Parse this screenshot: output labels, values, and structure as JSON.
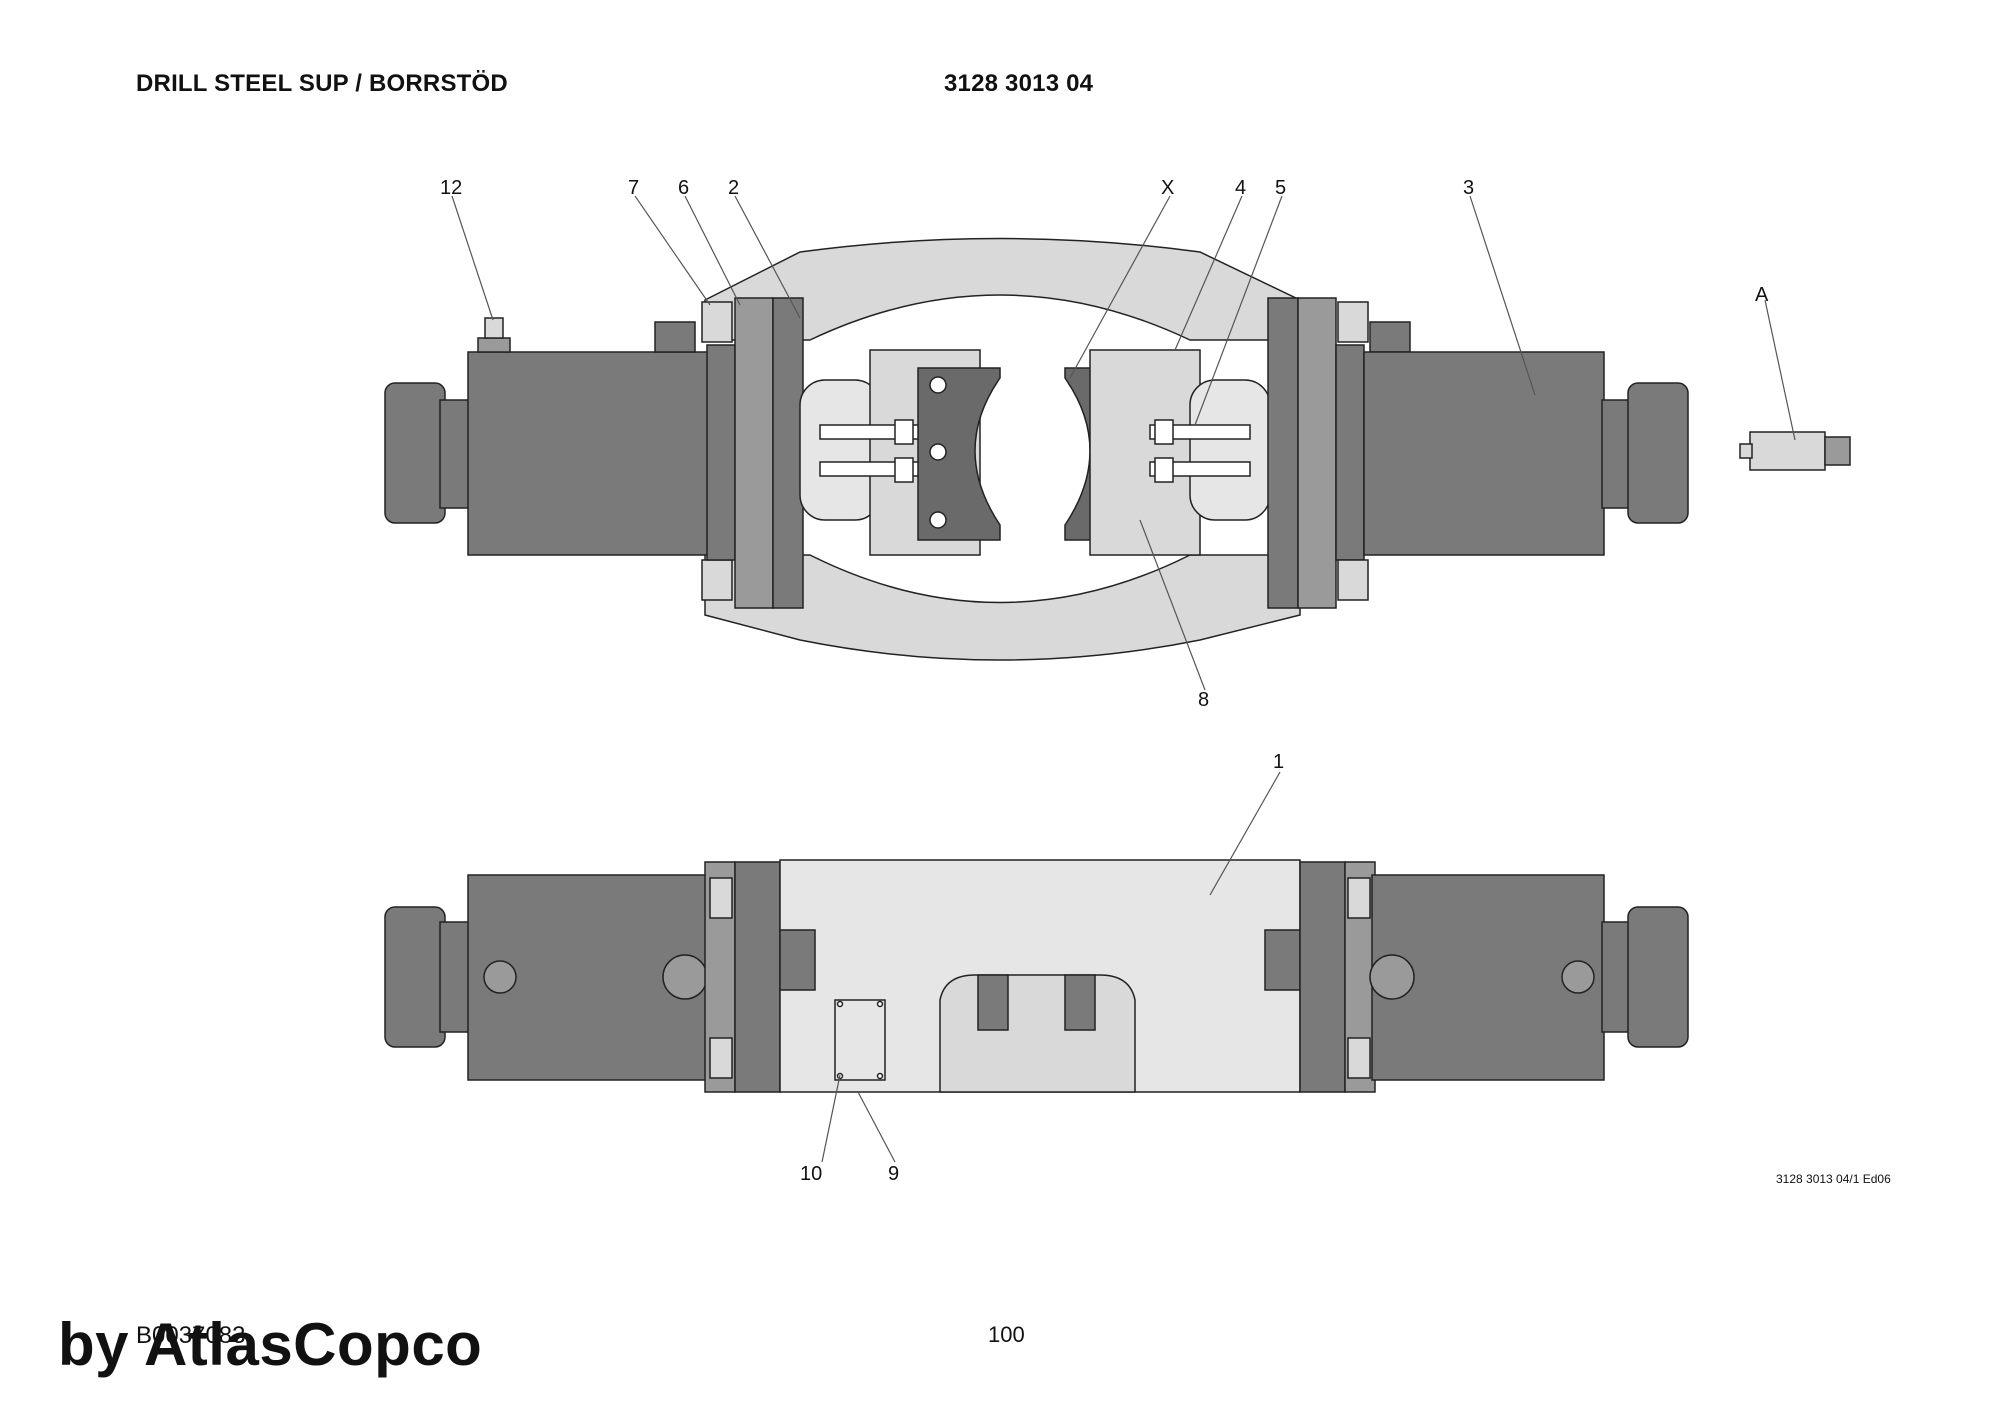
{
  "header": {
    "title": "DRILL STEEL SUP / BORRSTÖD",
    "part_number": "3128 3013 04"
  },
  "footer": {
    "edition": "3128 3013 04/1 Ed06",
    "doc_number": "B0037083",
    "page": "100",
    "watermark": "by AtlasCopco"
  },
  "callouts": {
    "c12": "12",
    "c7": "7",
    "c6": "6",
    "c2": "2",
    "cX": "X",
    "c4": "4",
    "c5": "5",
    "c3": "3",
    "cA": "A",
    "c8": "8",
    "c1": "1",
    "c10": "10",
    "c9": "9"
  },
  "colors": {
    "dark": "#7a7a7a",
    "light": "#d9d9d9",
    "jaw": "#6a6a6a"
  }
}
